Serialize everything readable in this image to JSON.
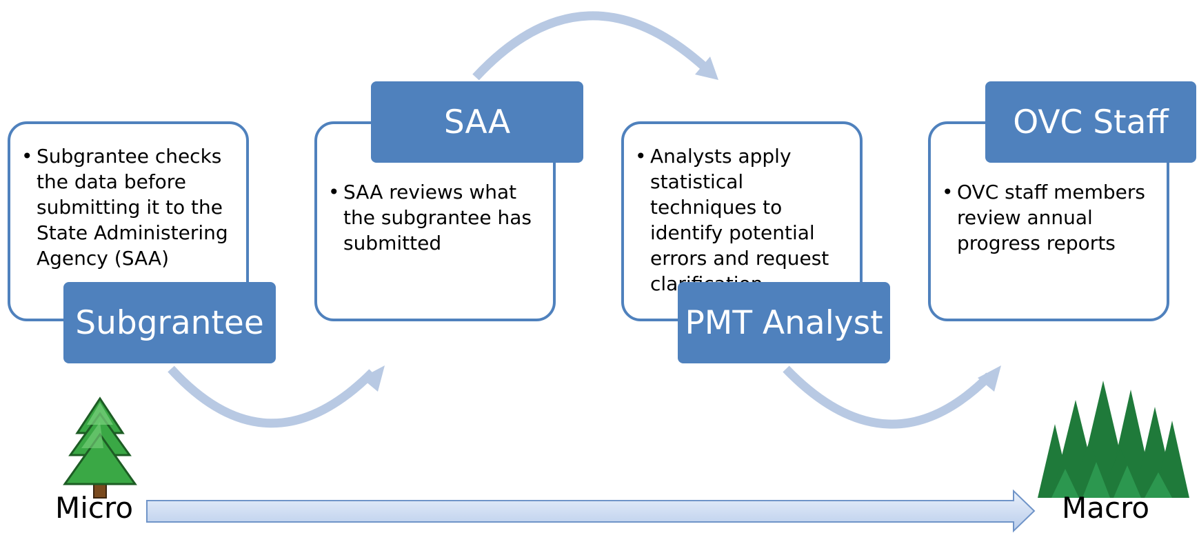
{
  "stages": [
    {
      "label": "Subgrantee",
      "text": "Subgrantee checks the data before submitting it to the State Administering Agency (SAA)"
    },
    {
      "label": "SAA",
      "text": "SAA reviews what the subgrantee has submitted"
    },
    {
      "label": "PMT Analyst",
      "text": "Analysts apply statistical techniques to identify potential errors and request clarification"
    },
    {
      "label": "OVC Staff",
      "text": "OVC staff members review annual progress reports"
    }
  ],
  "scale": {
    "left_label": "Micro",
    "right_label": "Macro"
  },
  "colors": {
    "label_fill": "#4f81bd",
    "card_border": "#4f81bd",
    "curve_arrow": "#b8c9e3",
    "tree_light": "#3aa845",
    "forest": "#1f7a3a"
  },
  "icons": [
    "single-tree-icon",
    "forest-icon"
  ]
}
